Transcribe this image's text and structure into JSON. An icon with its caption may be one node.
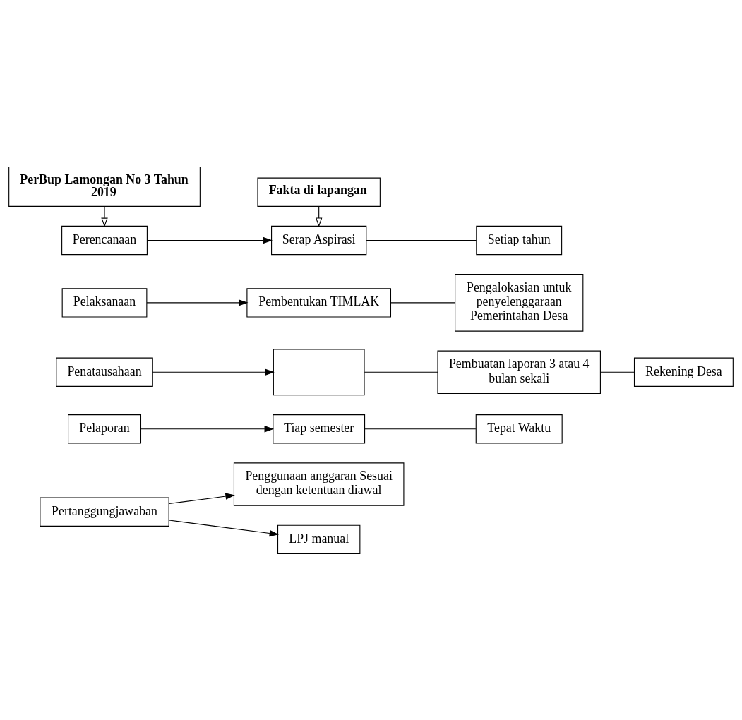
{
  "diagram": {
    "nodes": [
      {
        "text": [
          "PerBup Lamongan No 3 Tahun 2019"
        ]
      },
      {
        "text": [
          "Fakta di lapangan"
        ]
      },
      {
        "text": [
          "Perencanaan"
        ]
      },
      {
        "text": [
          "Serap Aspirasi"
        ]
      },
      {
        "text": [
          "Setiap tahun"
        ]
      },
      {
        "text": [
          "Pelaksanaan"
        ]
      },
      {
        "text": [
          "Pembentukan TIMLAK"
        ]
      },
      {
        "text": [
          "Pengalokasian untuk penyelenggaraan Pemerintahan Desa"
        ]
      },
      {
        "text": [
          "Penatausahaan"
        ]
      },
      {
        "text": [],
        "shape": "box"
      },
      {
        "text": [
          "Pembuatan laporan 3 atau 4 bulan sekali"
        ]
      },
      {
        "text": [
          "Rekening Desa"
        ]
      },
      {
        "text": [
          "Pelaporan"
        ]
      },
      {
        "text": [
          "Tiap semester"
        ]
      },
      {
        "text": [
          "Tepat Waktu"
        ]
      },
      {
        "text": [
          "Pertanggungjawaban"
        ]
      },
      {
        "text": [
          "LPJ manual"
        ]
      },
      {
        "text": [
          "Penggunaan anggaran Sesuai dengan ketentuan diawal"
        ]
      }
    ],
    "edges": [
      {
        "from": 0,
        "to": 2,
        "arrow": "to"
      },
      {
        "from": 1,
        "to": 3,
        "arrow": "to"
      },
      {
        "from": 2,
        "to": 3,
        "arrow": "to"
      },
      {
        "from": 3,
        "to": 4,
        "arrow": "none"
      },
      {
        "from": 5,
        "to": 6,
        "arrow": "to"
      },
      {
        "from": 6,
        "to": 7,
        "arrow": "none"
      },
      {
        "from": 8,
        "to": 9,
        "arrow": "to"
      },
      {
        "from": 9,
        "to": 10,
        "arrow": "none"
      },
      {
        "from": 10,
        "to": 11,
        "arrow": "none"
      },
      {
        "from": 12,
        "to": 13,
        "arrow": "to"
      },
      {
        "from": 13,
        "to": 14,
        "arrow": "none"
      },
      {
        "from": 15,
        "to": 16,
        "arrow": "to"
      },
      {
        "from": 15,
        "to": 17,
        "arrow": "to"
      }
    ]
  }
}
